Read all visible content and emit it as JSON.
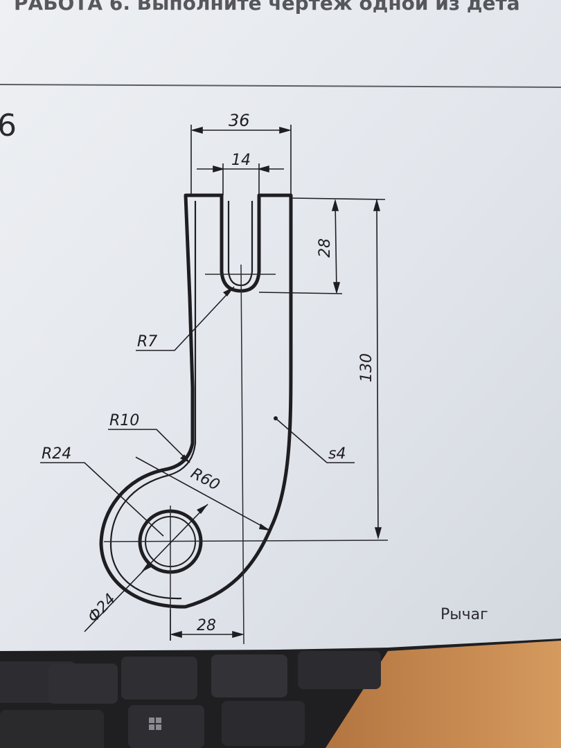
{
  "header": {
    "text": "РАБОТА 6. Выполните чертеж одной из дета"
  },
  "figure_number": "6",
  "caption": "Рычаг",
  "dimensions": {
    "width_overall": "36",
    "slot_width": "14",
    "slot_depth": "28",
    "height_total": "130",
    "slot_radius": "R7",
    "fillet_radius": "R10",
    "boss_radius": "R24",
    "arc_radius": "R60",
    "hole_diameter": "Ф24",
    "offset_bottom": "28",
    "thickness": "s4"
  },
  "colors": {
    "paper": "#e4e7ec",
    "ink": "#1e1e22",
    "keyboard": "#232326",
    "desk": "#c8864a"
  }
}
